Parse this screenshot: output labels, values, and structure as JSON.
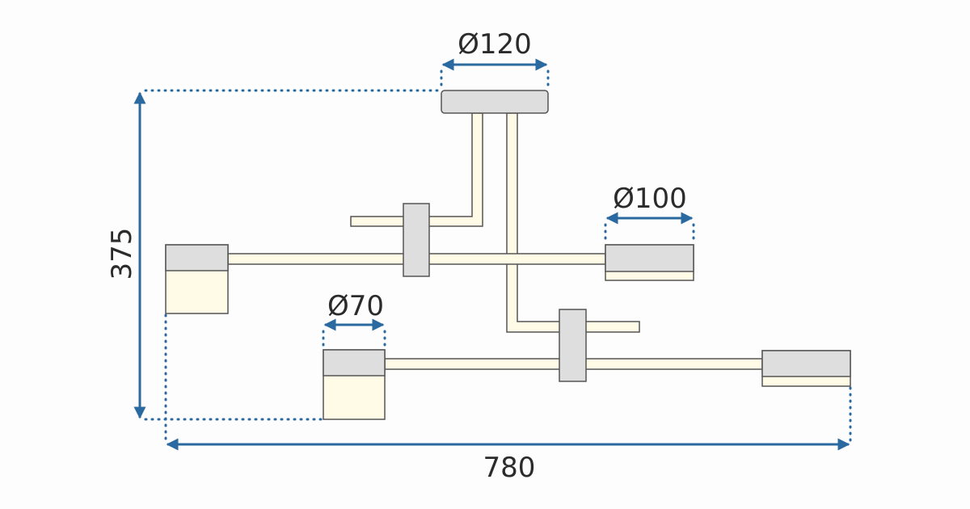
{
  "dimensions": {
    "canopy_diameter": "Ø120",
    "large_shade_diameter": "Ø100",
    "small_shade_diameter": "Ø70",
    "height": "375",
    "width": "780"
  },
  "colors": {
    "dimension_line": "#2a6aa0",
    "shade_top": "#dedede",
    "glow": "#fffbe6"
  }
}
